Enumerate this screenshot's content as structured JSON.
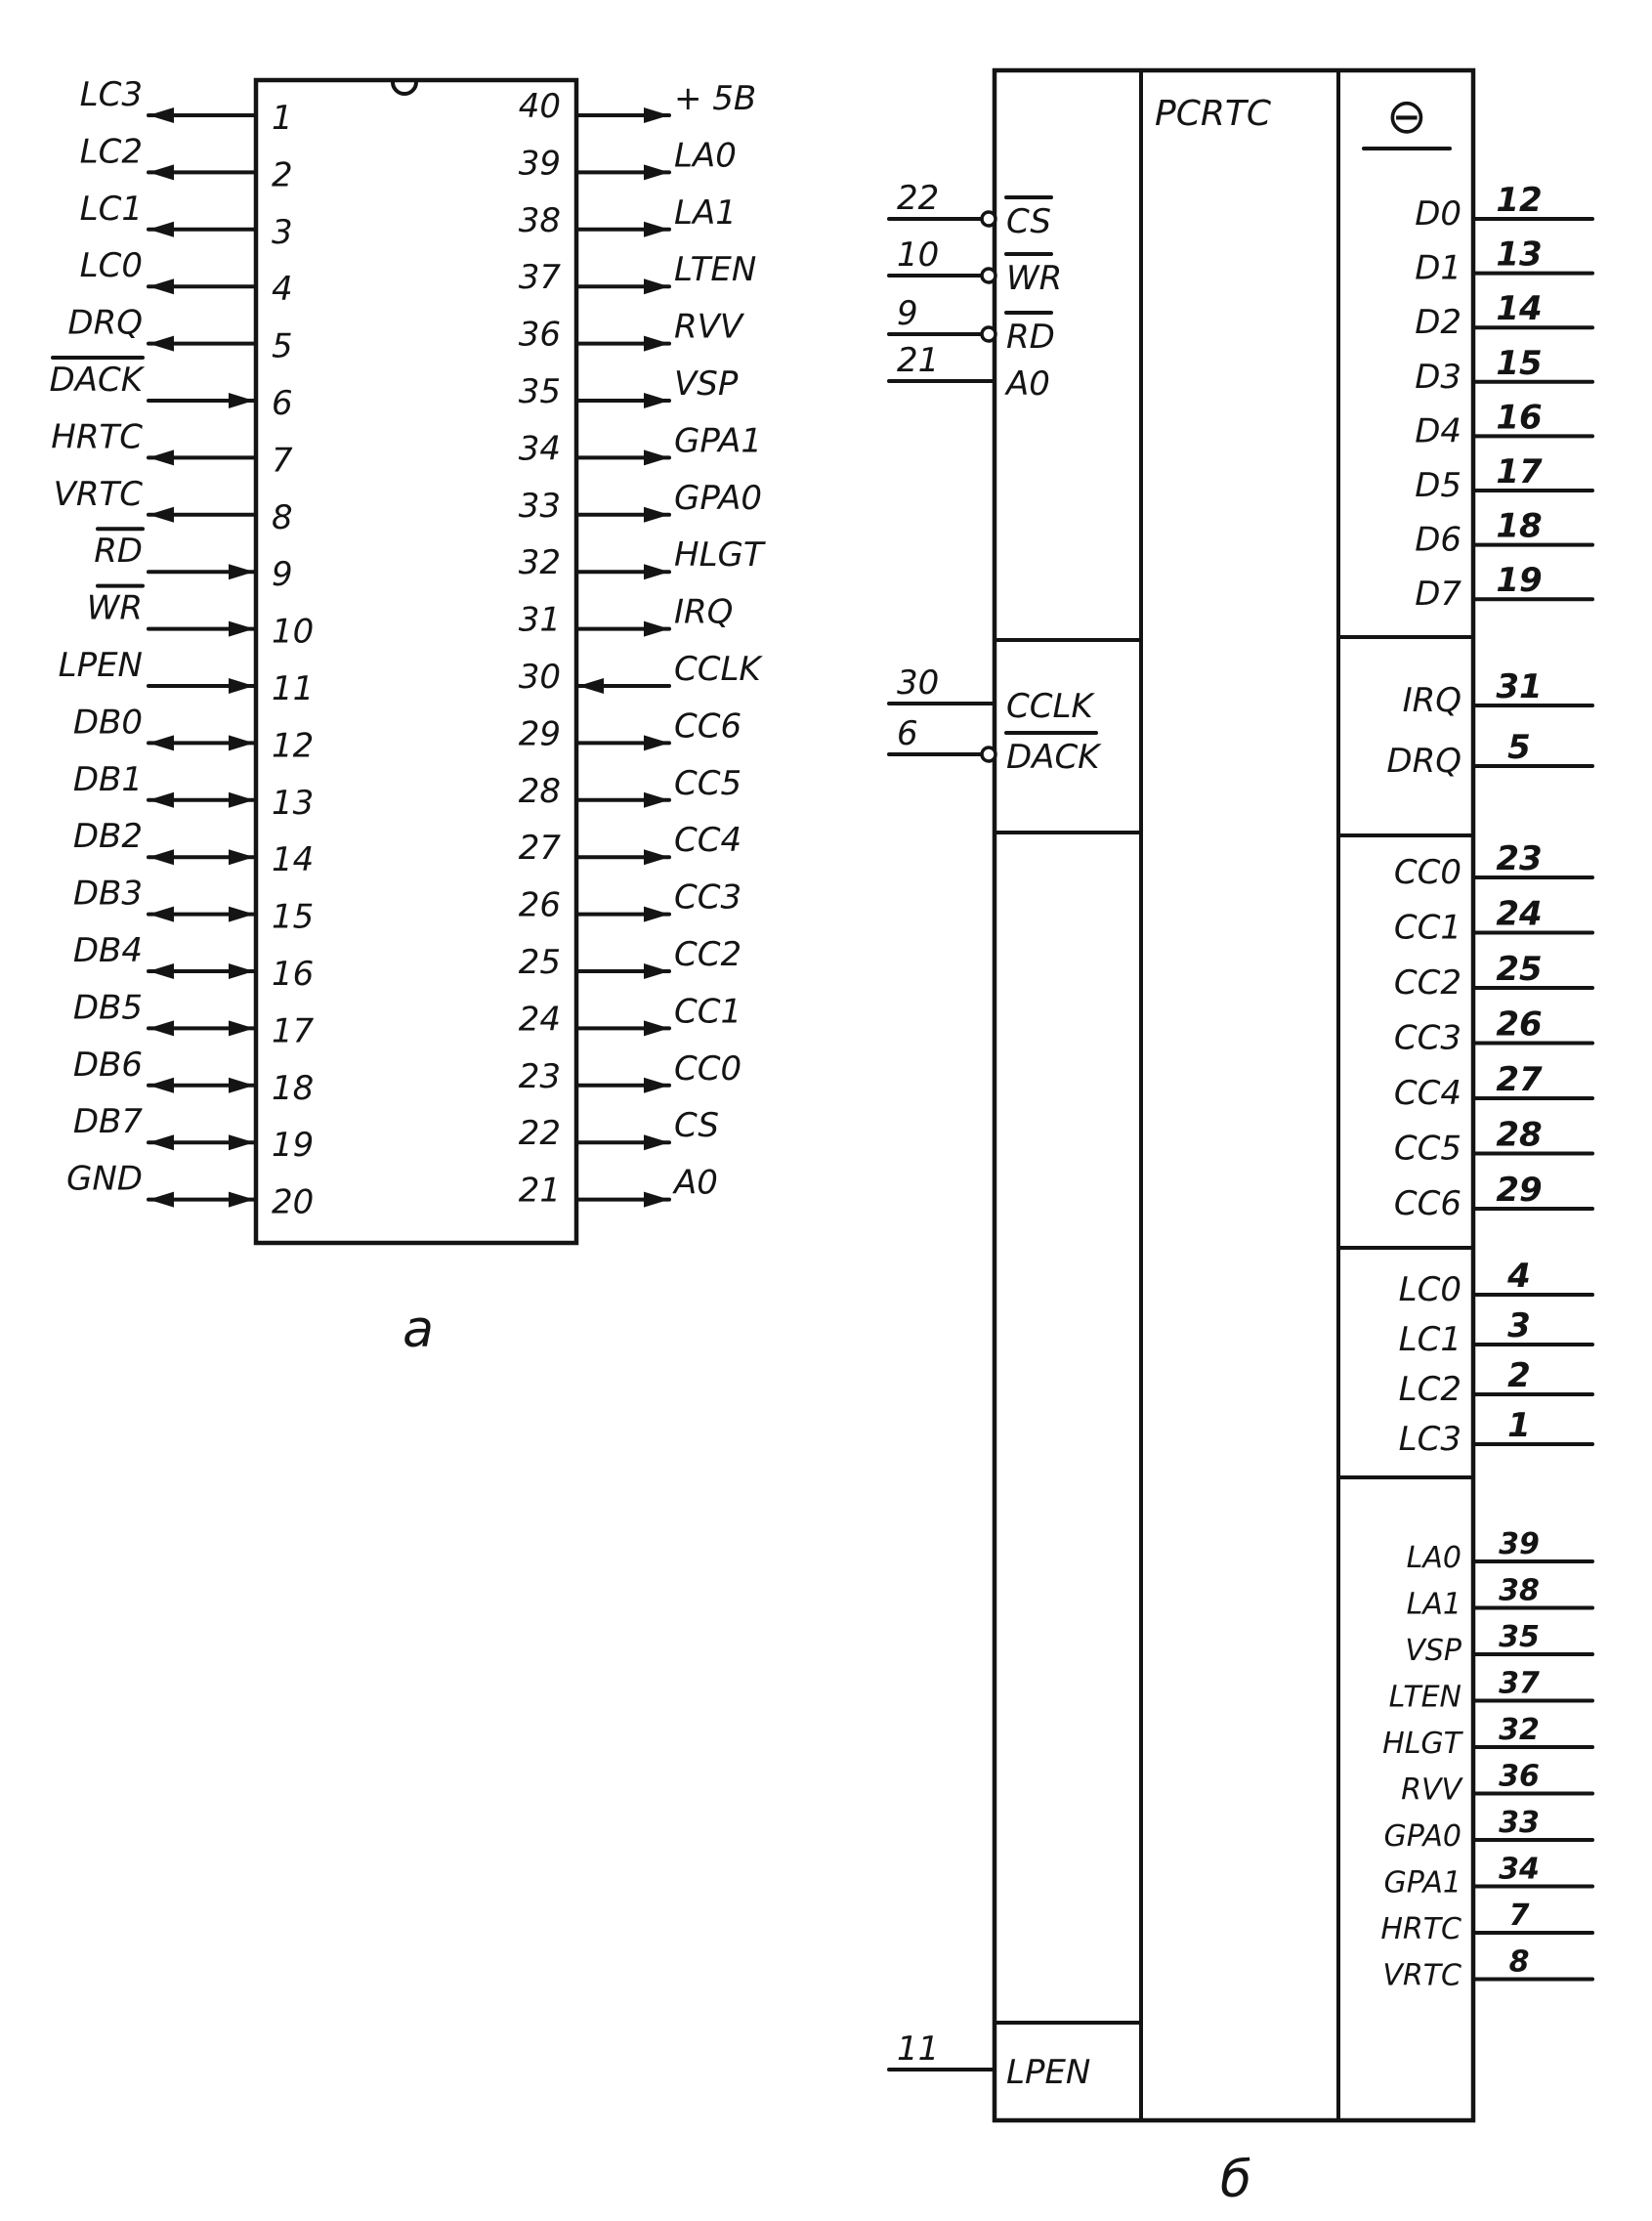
{
  "figure_a": {
    "caption": "а",
    "left_pins": [
      {
        "num": "1",
        "label": "LC3",
        "dir": "out",
        "bar": false
      },
      {
        "num": "2",
        "label": "LC2",
        "dir": "out",
        "bar": false
      },
      {
        "num": "3",
        "label": "LC1",
        "dir": "out",
        "bar": false
      },
      {
        "num": "4",
        "label": "LC0",
        "dir": "out",
        "bar": false
      },
      {
        "num": "5",
        "label": "DRQ",
        "dir": "out",
        "bar": false
      },
      {
        "num": "6",
        "label": "DACK",
        "dir": "in",
        "bar": true
      },
      {
        "num": "7",
        "label": "HRTC",
        "dir": "out",
        "bar": false
      },
      {
        "num": "8",
        "label": "VRTC",
        "dir": "out",
        "bar": false
      },
      {
        "num": "9",
        "label": "RD",
        "dir": "in",
        "bar": true
      },
      {
        "num": "10",
        "label": "WR",
        "dir": "in",
        "bar": true
      },
      {
        "num": "11",
        "label": "LPEN",
        "dir": "in",
        "bar": false
      },
      {
        "num": "12",
        "label": "DB0",
        "dir": "bi",
        "bar": false
      },
      {
        "num": "13",
        "label": "DB1",
        "dir": "bi",
        "bar": false
      },
      {
        "num": "14",
        "label": "DB2",
        "dir": "bi",
        "bar": false
      },
      {
        "num": "15",
        "label": "DB3",
        "dir": "bi",
        "bar": false
      },
      {
        "num": "16",
        "label": "DB4",
        "dir": "bi",
        "bar": false
      },
      {
        "num": "17",
        "label": "DB5",
        "dir": "bi",
        "bar": false
      },
      {
        "num": "18",
        "label": "DB6",
        "dir": "bi",
        "bar": false
      },
      {
        "num": "19",
        "label": "DB7",
        "dir": "bi",
        "bar": false
      },
      {
        "num": "20",
        "label": "GND",
        "dir": "bi",
        "bar": false
      }
    ],
    "right_pins": [
      {
        "num": "40",
        "label": "+ 5B",
        "dir": "out",
        "bar": false
      },
      {
        "num": "39",
        "label": "LA0",
        "dir": "out",
        "bar": false
      },
      {
        "num": "38",
        "label": "LA1",
        "dir": "out",
        "bar": false
      },
      {
        "num": "37",
        "label": "LTEN",
        "dir": "out",
        "bar": false
      },
      {
        "num": "36",
        "label": "RVV",
        "dir": "out",
        "bar": false
      },
      {
        "num": "35",
        "label": "VSP",
        "dir": "out",
        "bar": false
      },
      {
        "num": "34",
        "label": "GPA1",
        "dir": "out",
        "bar": false
      },
      {
        "num": "33",
        "label": "GPA0",
        "dir": "out",
        "bar": false
      },
      {
        "num": "32",
        "label": "HLGT",
        "dir": "out",
        "bar": false
      },
      {
        "num": "31",
        "label": "IRQ",
        "dir": "out",
        "bar": false
      },
      {
        "num": "30",
        "label": "CCLK",
        "dir": "in",
        "bar": false
      },
      {
        "num": "29",
        "label": "CC6",
        "dir": "out",
        "bar": false
      },
      {
        "num": "28",
        "label": "CC5",
        "dir": "out",
        "bar": false
      },
      {
        "num": "27",
        "label": "CC4",
        "dir": "out",
        "bar": false
      },
      {
        "num": "26",
        "label": "CC3",
        "dir": "out",
        "bar": false
      },
      {
        "num": "25",
        "label": "CC2",
        "dir": "out",
        "bar": false
      },
      {
        "num": "24",
        "label": "CC1",
        "dir": "out",
        "bar": false
      },
      {
        "num": "23",
        "label": "CC0",
        "dir": "out",
        "bar": false
      },
      {
        "num": "22",
        "label": "CS",
        "dir": "out",
        "bar": false
      },
      {
        "num": "21",
        "label": "A0",
        "dir": "out",
        "bar": false
      }
    ]
  },
  "figure_b": {
    "caption": "б",
    "title": "PCRTC",
    "symbol": "⊖",
    "in_group1": [
      {
        "num": "22",
        "label": "CS",
        "inv": true
      },
      {
        "num": "10",
        "label": "WR",
        "inv": true
      },
      {
        "num": "9",
        "label": "RD",
        "inv": true
      },
      {
        "num": "21",
        "label": "A0",
        "inv": false
      }
    ],
    "in_group2": [
      {
        "num": "30",
        "label": "CCLK",
        "inv": false
      },
      {
        "num": "6",
        "label": "DACK",
        "inv": true
      }
    ],
    "in_group3": [
      {
        "num": "11",
        "label": "LPEN",
        "inv": false
      }
    ],
    "out_data": [
      {
        "num": "12",
        "label": "D0"
      },
      {
        "num": "13",
        "label": "D1"
      },
      {
        "num": "14",
        "label": "D2"
      },
      {
        "num": "15",
        "label": "D3"
      },
      {
        "num": "16",
        "label": "D4"
      },
      {
        "num": "17",
        "label": "D5"
      },
      {
        "num": "18",
        "label": "D6"
      },
      {
        "num": "19",
        "label": "D7"
      }
    ],
    "out_req": [
      {
        "num": "31",
        "label": "IRQ"
      },
      {
        "num": "5",
        "label": "DRQ"
      }
    ],
    "out_cc": [
      {
        "num": "23",
        "label": "CC0"
      },
      {
        "num": "24",
        "label": "CC1"
      },
      {
        "num": "25",
        "label": "CC2"
      },
      {
        "num": "26",
        "label": "CC3"
      },
      {
        "num": "27",
        "label": "CC4"
      },
      {
        "num": "28",
        "label": "CC5"
      },
      {
        "num": "29",
        "label": "CC6"
      }
    ],
    "out_lc": [
      {
        "num": "4",
        "label": "LC0"
      },
      {
        "num": "3",
        "label": "LC1"
      },
      {
        "num": "2",
        "label": "LC2"
      },
      {
        "num": "1",
        "label": "LC3"
      }
    ],
    "out_misc": [
      {
        "num": "39",
        "label": "LA0"
      },
      {
        "num": "38",
        "label": "LA1"
      },
      {
        "num": "35",
        "label": "VSP"
      },
      {
        "num": "37",
        "label": "LTEN"
      },
      {
        "num": "32",
        "label": "HLGT"
      },
      {
        "num": "36",
        "label": "RVV"
      },
      {
        "num": "33",
        "label": "GPA0"
      },
      {
        "num": "34",
        "label": "GPA1"
      },
      {
        "num": "7",
        "label": "HRTC"
      },
      {
        "num": "8",
        "label": "VRTC"
      }
    ]
  }
}
